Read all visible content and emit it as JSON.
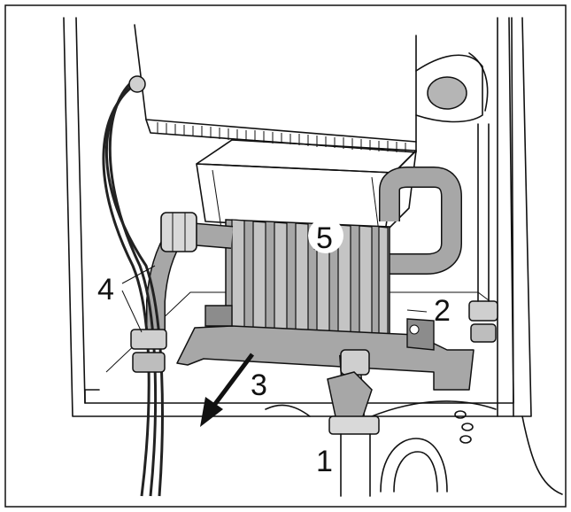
{
  "callouts": [
    {
      "id": "1",
      "text": "1"
    },
    {
      "id": "2",
      "text": "2"
    },
    {
      "id": "3",
      "text": "3"
    },
    {
      "id": "4",
      "text": "4"
    },
    {
      "id": "5",
      "text": "5"
    }
  ],
  "colors": {
    "line": "#111111",
    "part_gray": "#a7a7a7",
    "part_dark": "#8c8c8c",
    "background": "#ffffff"
  }
}
